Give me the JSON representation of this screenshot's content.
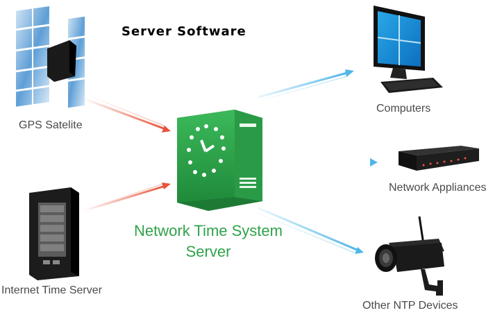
{
  "title": "Server Software",
  "center": {
    "line1": "Network Time System",
    "line2": "Server"
  },
  "sources": [
    {
      "label": "GPS Satelite",
      "icon": "gps-satellite-icon"
    },
    {
      "label": "Internet Time Server",
      "icon": "server-rack-icon"
    }
  ],
  "destinations": [
    {
      "label": "Computers",
      "icon": "computer-monitor-icon"
    },
    {
      "label": "Network Appliances",
      "icon": "network-appliance-icon"
    },
    {
      "label": "Other NTP Devices",
      "icon": "security-camera-icon"
    }
  ],
  "colors": {
    "server_green": "#2fa24a",
    "inbound_arrow": "#e8533a",
    "outbound_arrow": "#4fb6e8",
    "label_text": "#4a4a4a"
  }
}
